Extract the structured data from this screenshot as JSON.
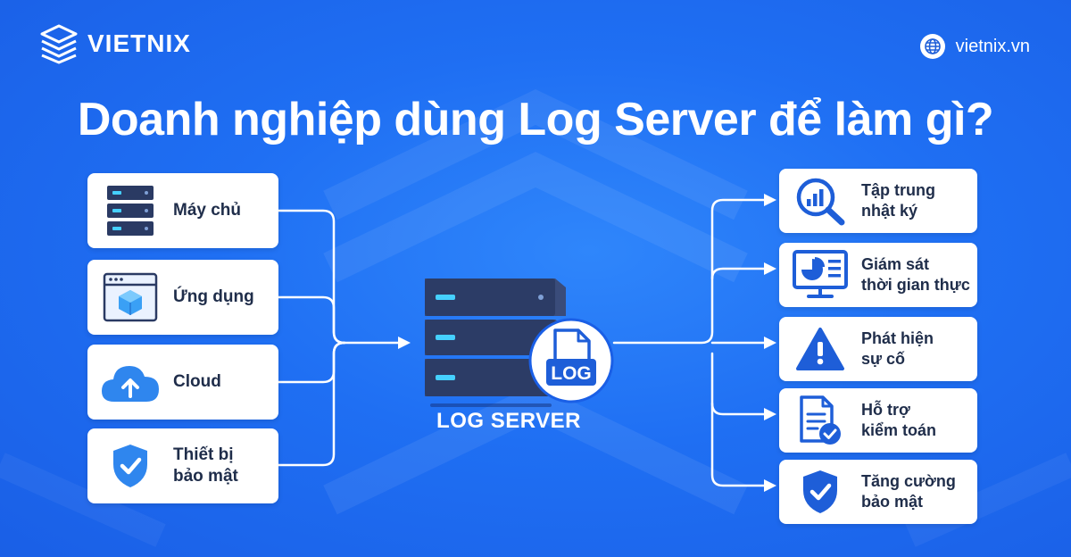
{
  "brand": {
    "name": "VIETNIX",
    "site": "vietnix.vn"
  },
  "title": "Doanh nghiệp dùng Log Server để làm gì?",
  "server": {
    "label": "LOG SERVER",
    "badge": "LOG"
  },
  "sources": [
    {
      "lines": [
        "Máy chủ"
      ],
      "icon": "server-rack-icon"
    },
    {
      "lines": [
        "Ứng dụng"
      ],
      "icon": "app-window-icon"
    },
    {
      "lines": [
        "Cloud"
      ],
      "icon": "cloud-upload-icon"
    },
    {
      "lines": [
        "Thiết bị",
        "bảo mật"
      ],
      "icon": "shield-check-icon"
    }
  ],
  "purposes": [
    {
      "lines": [
        "Tập trung",
        "nhật ký"
      ],
      "icon": "magnifier-chart-icon"
    },
    {
      "lines": [
        "Giám sát",
        "thời gian thực"
      ],
      "icon": "monitor-dashboard-icon"
    },
    {
      "lines": [
        "Phát hiện",
        "sự cố"
      ],
      "icon": "warning-icon"
    },
    {
      "lines": [
        "Hỗ trợ",
        "kiểm toán"
      ],
      "icon": "document-check-icon"
    },
    {
      "lines": [
        "Tăng cường",
        "bảo mật"
      ],
      "icon": "shield-check-icon"
    }
  ],
  "colors": {
    "background": "#1f6ff3",
    "card": "#ffffff",
    "icon": "#1e5ed8",
    "server": "#2a3a63",
    "server_light": "#45d0ff"
  }
}
